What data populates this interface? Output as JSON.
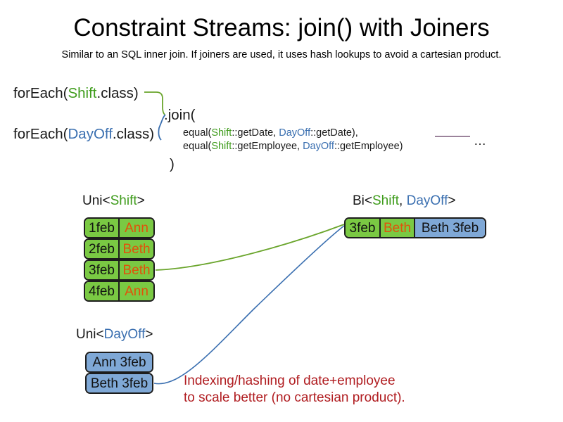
{
  "slide": {
    "title": "Constraint Streams: join() with Joiners",
    "subtitle": "Similar to an SQL inner join. If joiners are used, it uses hash lookups to avoid a cartesian product."
  },
  "colors": {
    "shift_green": "#3f9c1c",
    "dayoff_blue": "#3a6fb0",
    "box_green": "#7ac943",
    "box_blue": "#7fa8d6",
    "name_orange": "#e0520b",
    "annotation_red": "#b01c20",
    "connector_green": "#6aa52c",
    "connector_blue": "#3a6fb0",
    "divider_purple": "#7a5a7a"
  },
  "code": {
    "foreach_shift": {
      "prefix": "forEach(",
      "type": "Shift",
      "suffix": ".class)"
    },
    "foreach_dayoff": {
      "prefix": "forEach(",
      "type": "DayOff",
      "suffix": ".class)"
    },
    "join_open": ".join(",
    "join_close": ")",
    "arg1": {
      "prefix": "equal(",
      "type_a": "Shift",
      "mid_a": "::getDate, ",
      "type_b": "DayOff",
      "suffix": "::getDate),"
    },
    "arg2": {
      "prefix": "equal(",
      "type_a": "Shift",
      "mid_a": "::getEmployee, ",
      "type_b": "DayOff",
      "suffix": "::getEmployee)"
    },
    "ellipsis": "…"
  },
  "groups": {
    "uni_shift": {
      "label_prefix": "Uni<",
      "label_type": "Shift",
      "label_suffix": ">",
      "rows": [
        {
          "date": "1feb",
          "employee": "Ann"
        },
        {
          "date": "2feb",
          "employee": "Beth"
        },
        {
          "date": "3feb",
          "employee": "Beth"
        },
        {
          "date": "4feb",
          "employee": "Ann"
        }
      ]
    },
    "uni_dayoff": {
      "label_prefix": "Uni<",
      "label_type": "DayOff",
      "label_suffix": ">",
      "rows": [
        {
          "text": "Ann 3feb"
        },
        {
          "text": "Beth 3feb"
        }
      ]
    },
    "bi": {
      "label_prefix": "Bi<",
      "label_type_a": "Shift",
      "label_mid": ", ",
      "label_type_b": "DayOff",
      "label_suffix": ">",
      "row": {
        "shift_date": "3feb",
        "shift_employee": "Beth",
        "dayoff_text": "Beth 3feb"
      }
    }
  },
  "annotation": {
    "line1": "Indexing/hashing of date+employee",
    "line2": "to scale better (no cartesian product)."
  }
}
